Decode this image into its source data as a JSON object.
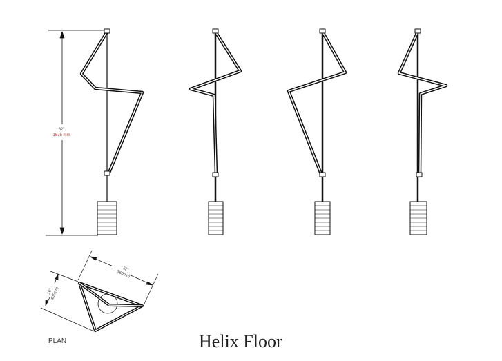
{
  "title": "Helix Floor",
  "plan_label": "PLAN",
  "dimensions": {
    "height_in": "62\"",
    "height_mm": "1575 mm",
    "width_in": "22\"",
    "width_mm": "560mm",
    "depth_in": "16\"",
    "depth_mm": "405mm"
  }
}
